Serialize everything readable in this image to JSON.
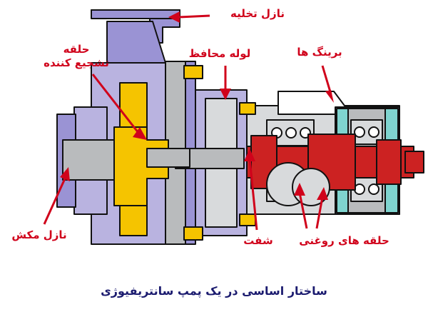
{
  "diagram": {
    "caption": "ساختار اساسی در یک پمپ سانتریفیوژی",
    "labels": {
      "discharge_nozzle": "نازل تخلیه",
      "impeller": "حلقه\nتشجیع کننده",
      "casing_pipe": "لوله محافظ",
      "bearings": "برینگ ها",
      "suction_nozzle": "نازل مکش",
      "shaft": "شفت",
      "oil_rings": "حلقه های روغنی"
    },
    "colors": {
      "label_text": "#d0021b",
      "caption_text": "#1b1b6f",
      "purple": "#9a93d4",
      "lilac": "#b9b3e0",
      "yellow": "#f5c400",
      "red": "#cc2222",
      "gray": "#b9bbbd",
      "light_gray": "#d8dadc",
      "teal": "#7fd4cf",
      "outline": "#111111",
      "background": "#ffffff"
    }
  }
}
